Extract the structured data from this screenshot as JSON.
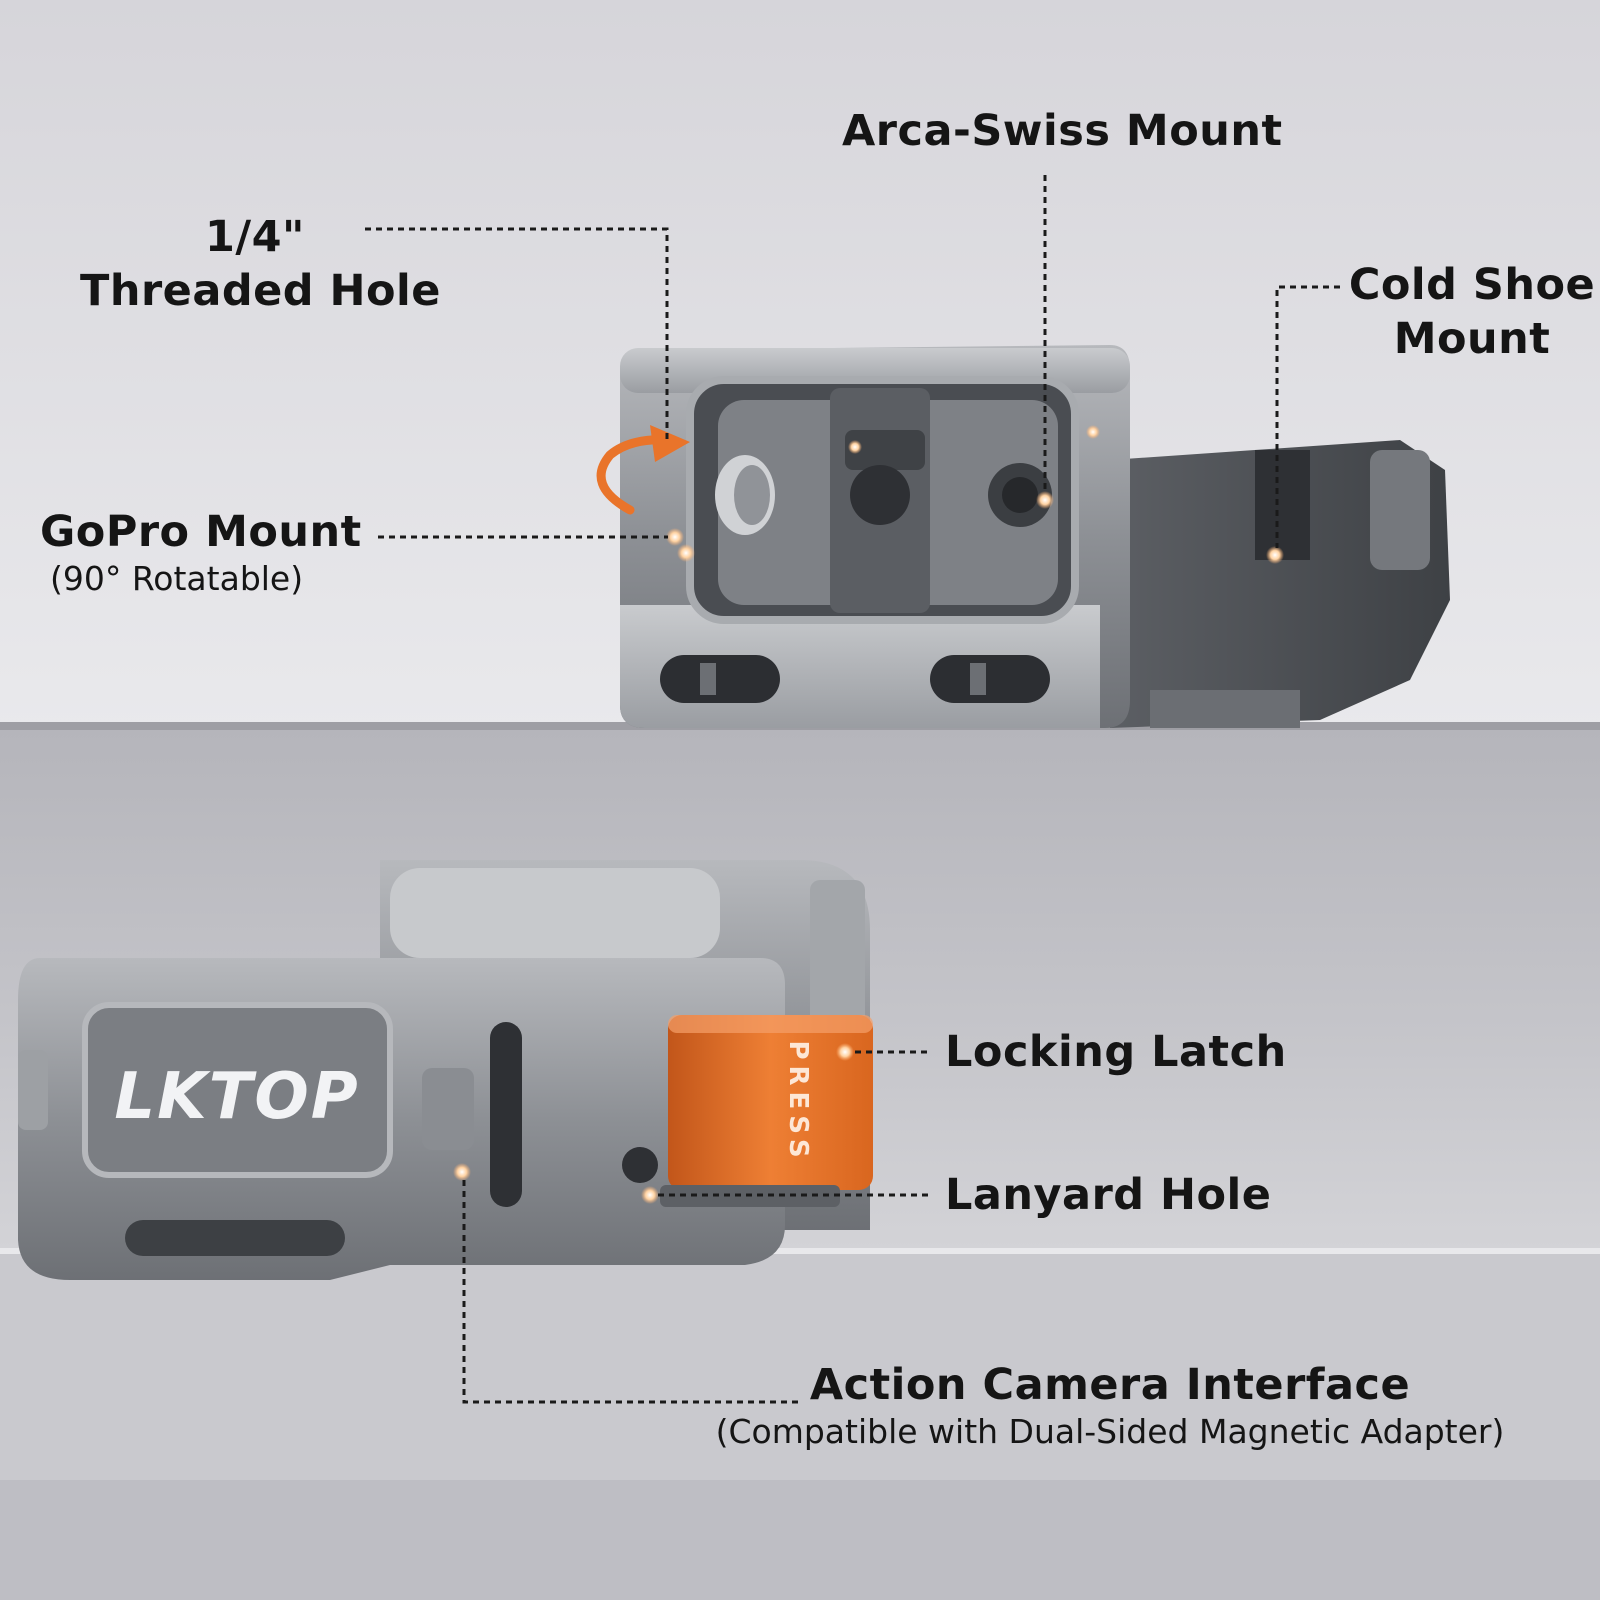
{
  "callouts": {
    "arca_swiss": {
      "title": "Arca-Swiss Mount"
    },
    "threaded_hole": {
      "line1": "1/4\"",
      "line2": "Threaded Hole"
    },
    "cold_shoe": {
      "line1": "Cold Shoe",
      "line2": "Mount"
    },
    "gopro": {
      "title": "GoPro Mount",
      "subtitle": "(90° Rotatable)"
    },
    "locking_latch": {
      "title": "Locking Latch"
    },
    "lanyard_hole": {
      "title": "Lanyard Hole"
    },
    "action_camera": {
      "title": "Action Camera Interface",
      "subtitle": "(Compatible with Dual-Sided Magnetic Adapter)"
    }
  },
  "product": {
    "logo_text": "LKTOP",
    "latch_text": "PRESS"
  },
  "colors": {
    "accent_orange": "#e9742a",
    "text": "#151515",
    "metal": "#8c8f94"
  }
}
